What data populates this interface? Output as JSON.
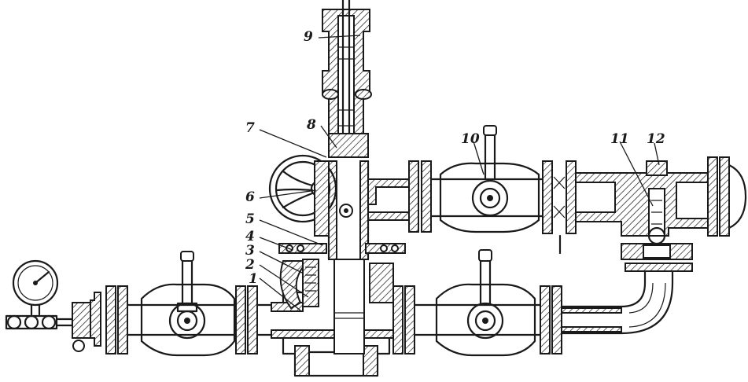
{
  "callouts": {
    "c1": "1",
    "c2": "2",
    "c3": "3",
    "c4": "4",
    "c5": "5",
    "c6": "6",
    "c7": "7",
    "c8": "8",
    "c9": "9",
    "c10": "10",
    "c11": "11",
    "c12": "12"
  },
  "icons": {
    "gauge": "pressure-gauge-icon",
    "handwheel": "handwheel-icon",
    "valve": "plug-valve-icon"
  },
  "colors": {
    "ink": "#1a1a1a",
    "paper": "#ffffff"
  }
}
